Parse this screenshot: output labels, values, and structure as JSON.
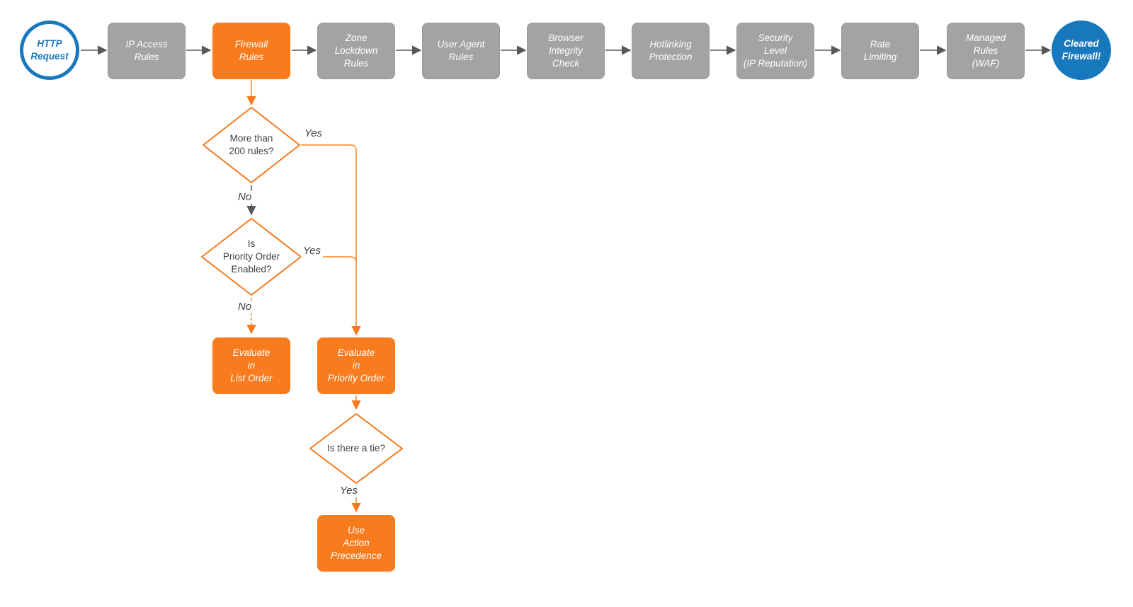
{
  "colors": {
    "orange": "#F87B1E",
    "gray_node": "#A3A3A4",
    "blue": "#1878BE",
    "arrow_gray": "#57585A",
    "text_dark": "#3F3F3F"
  },
  "flow": {
    "start": {
      "lines": [
        "HTTP",
        "Request"
      ]
    },
    "pipeline": [
      {
        "lines": [
          "IP Access",
          "Rules"
        ]
      },
      {
        "lines": [
          "Firewall",
          "Rules"
        ]
      },
      {
        "lines": [
          "Zone",
          "Lockdown",
          "Rules"
        ]
      },
      {
        "lines": [
          "User Agent",
          "Rules"
        ]
      },
      {
        "lines": [
          "Browser",
          "Integrity",
          "Check"
        ]
      },
      {
        "lines": [
          "Hotlinking",
          "Protection"
        ]
      },
      {
        "lines": [
          "Security",
          "Level",
          "(IP Reputation)"
        ]
      },
      {
        "lines": [
          "Rate",
          "Limiting"
        ]
      },
      {
        "lines": [
          "Managed",
          "Rules",
          "(WAF)"
        ]
      }
    ],
    "end": {
      "lines": [
        "Cleared",
        "Firewall!"
      ]
    },
    "decisions": [
      {
        "lines": [
          "More than",
          "200 rules?"
        ]
      },
      {
        "lines": [
          "Is",
          "Priority Order",
          "Enabled?"
        ]
      },
      {
        "lines": [
          "Is there a tie?"
        ]
      }
    ],
    "actions": [
      {
        "lines": [
          "Evaluate",
          "in",
          "List Order"
        ]
      },
      {
        "lines": [
          "Evaluate",
          "in",
          "Priority Order"
        ]
      },
      {
        "lines": [
          "Use",
          "Action",
          "Precedence"
        ]
      }
    ],
    "edge_labels": {
      "yes": "Yes",
      "no": "No"
    }
  }
}
